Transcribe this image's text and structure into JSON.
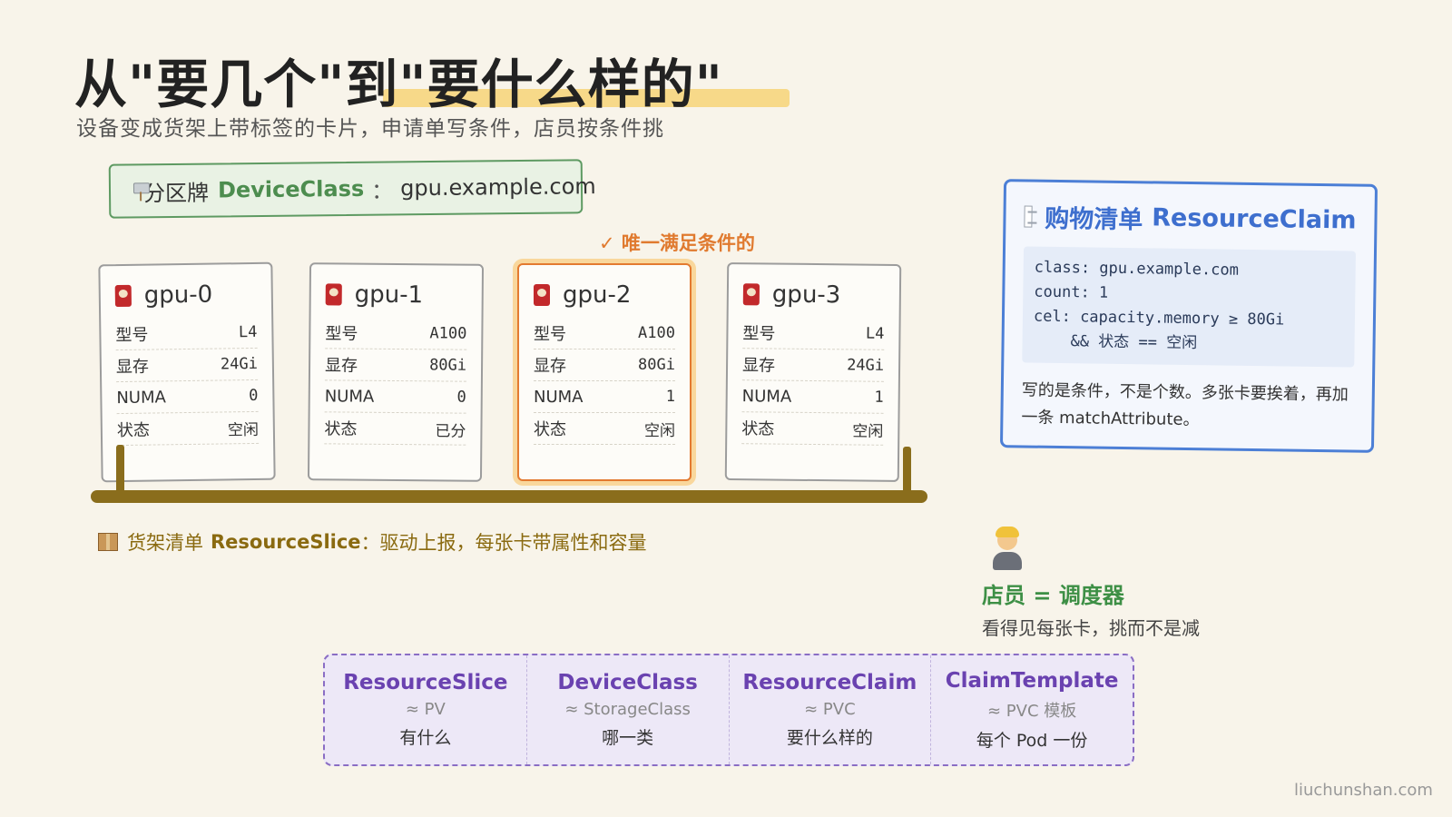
{
  "title": "从\"要几个\"到\"要什么样的\"",
  "subtitle": "设备变成货架上带标签的卡片，申请单写条件，店员按条件挑",
  "device_class": {
    "label": "分区牌",
    "name": "DeviceClass",
    "sep": "：",
    "value": "gpu.example.com"
  },
  "only_badge": "✓ 唯一满足条件的",
  "cards": [
    {
      "name": "gpu-0",
      "rows": [
        {
          "k": "型号",
          "v": "L4"
        },
        {
          "k": "显存",
          "v": "24Gi"
        },
        {
          "k": "NUMA",
          "v": "0"
        },
        {
          "k": "状态",
          "v": "空闲"
        }
      ]
    },
    {
      "name": "gpu-1",
      "rows": [
        {
          "k": "型号",
          "v": "A100"
        },
        {
          "k": "显存",
          "v": "80Gi"
        },
        {
          "k": "NUMA",
          "v": "0"
        },
        {
          "k": "状态",
          "v": "已分"
        }
      ]
    },
    {
      "name": "gpu-2",
      "rows": [
        {
          "k": "型号",
          "v": "A100"
        },
        {
          "k": "显存",
          "v": "80Gi"
        },
        {
          "k": "NUMA",
          "v": "1"
        },
        {
          "k": "状态",
          "v": "空闲"
        }
      ]
    },
    {
      "name": "gpu-3",
      "rows": [
        {
          "k": "型号",
          "v": "L4"
        },
        {
          "k": "显存",
          "v": "24Gi"
        },
        {
          "k": "NUMA",
          "v": "1"
        },
        {
          "k": "状态",
          "v": "空闲"
        }
      ]
    }
  ],
  "slice_caption": {
    "label": "货架清单",
    "name": "ResourceSlice",
    "rest": "：驱动上报，每张卡带属性和容量"
  },
  "claim": {
    "title_label": "购物清单",
    "title_name": "ResourceClaim",
    "code": [
      "class: gpu.example.com",
      "count: 1",
      "cel: capacity.memory ≥ 80Gi",
      "    && 状态 == 空闲"
    ],
    "note": "写的是条件，不是个数。多张卡要挨着，再加一条 matchAttribute。"
  },
  "clerk": {
    "title": "店员 = 调度器",
    "sub": "看得见每张卡，挑而不是减"
  },
  "mapping": [
    {
      "name": "ResourceSlice",
      "eq": "≈ PV",
      "desc": "有什么"
    },
    {
      "name": "DeviceClass",
      "eq": "≈ StorageClass",
      "desc": "哪一类"
    },
    {
      "name": "ResourceClaim",
      "eq": "≈ PVC",
      "desc": "要什么样的"
    },
    {
      "name": "ClaimTemplate",
      "eq": "≈ PVC 模板",
      "desc": "每个 Pod 一份"
    }
  ],
  "footer": "liuchunshan.com",
  "colors": {
    "accent_orange": "#e37a30",
    "class_green": "#5e9a62",
    "claim_blue": "#4c7fd6",
    "mapping_purple": "#8a6dc4",
    "shelf_brown": "#8a6d1c"
  },
  "icons": {
    "device_class": "signpost-icon",
    "card": "gpu-chip-icon",
    "slice": "package-icon",
    "claim": "receipt-icon",
    "clerk": "person-icon"
  }
}
